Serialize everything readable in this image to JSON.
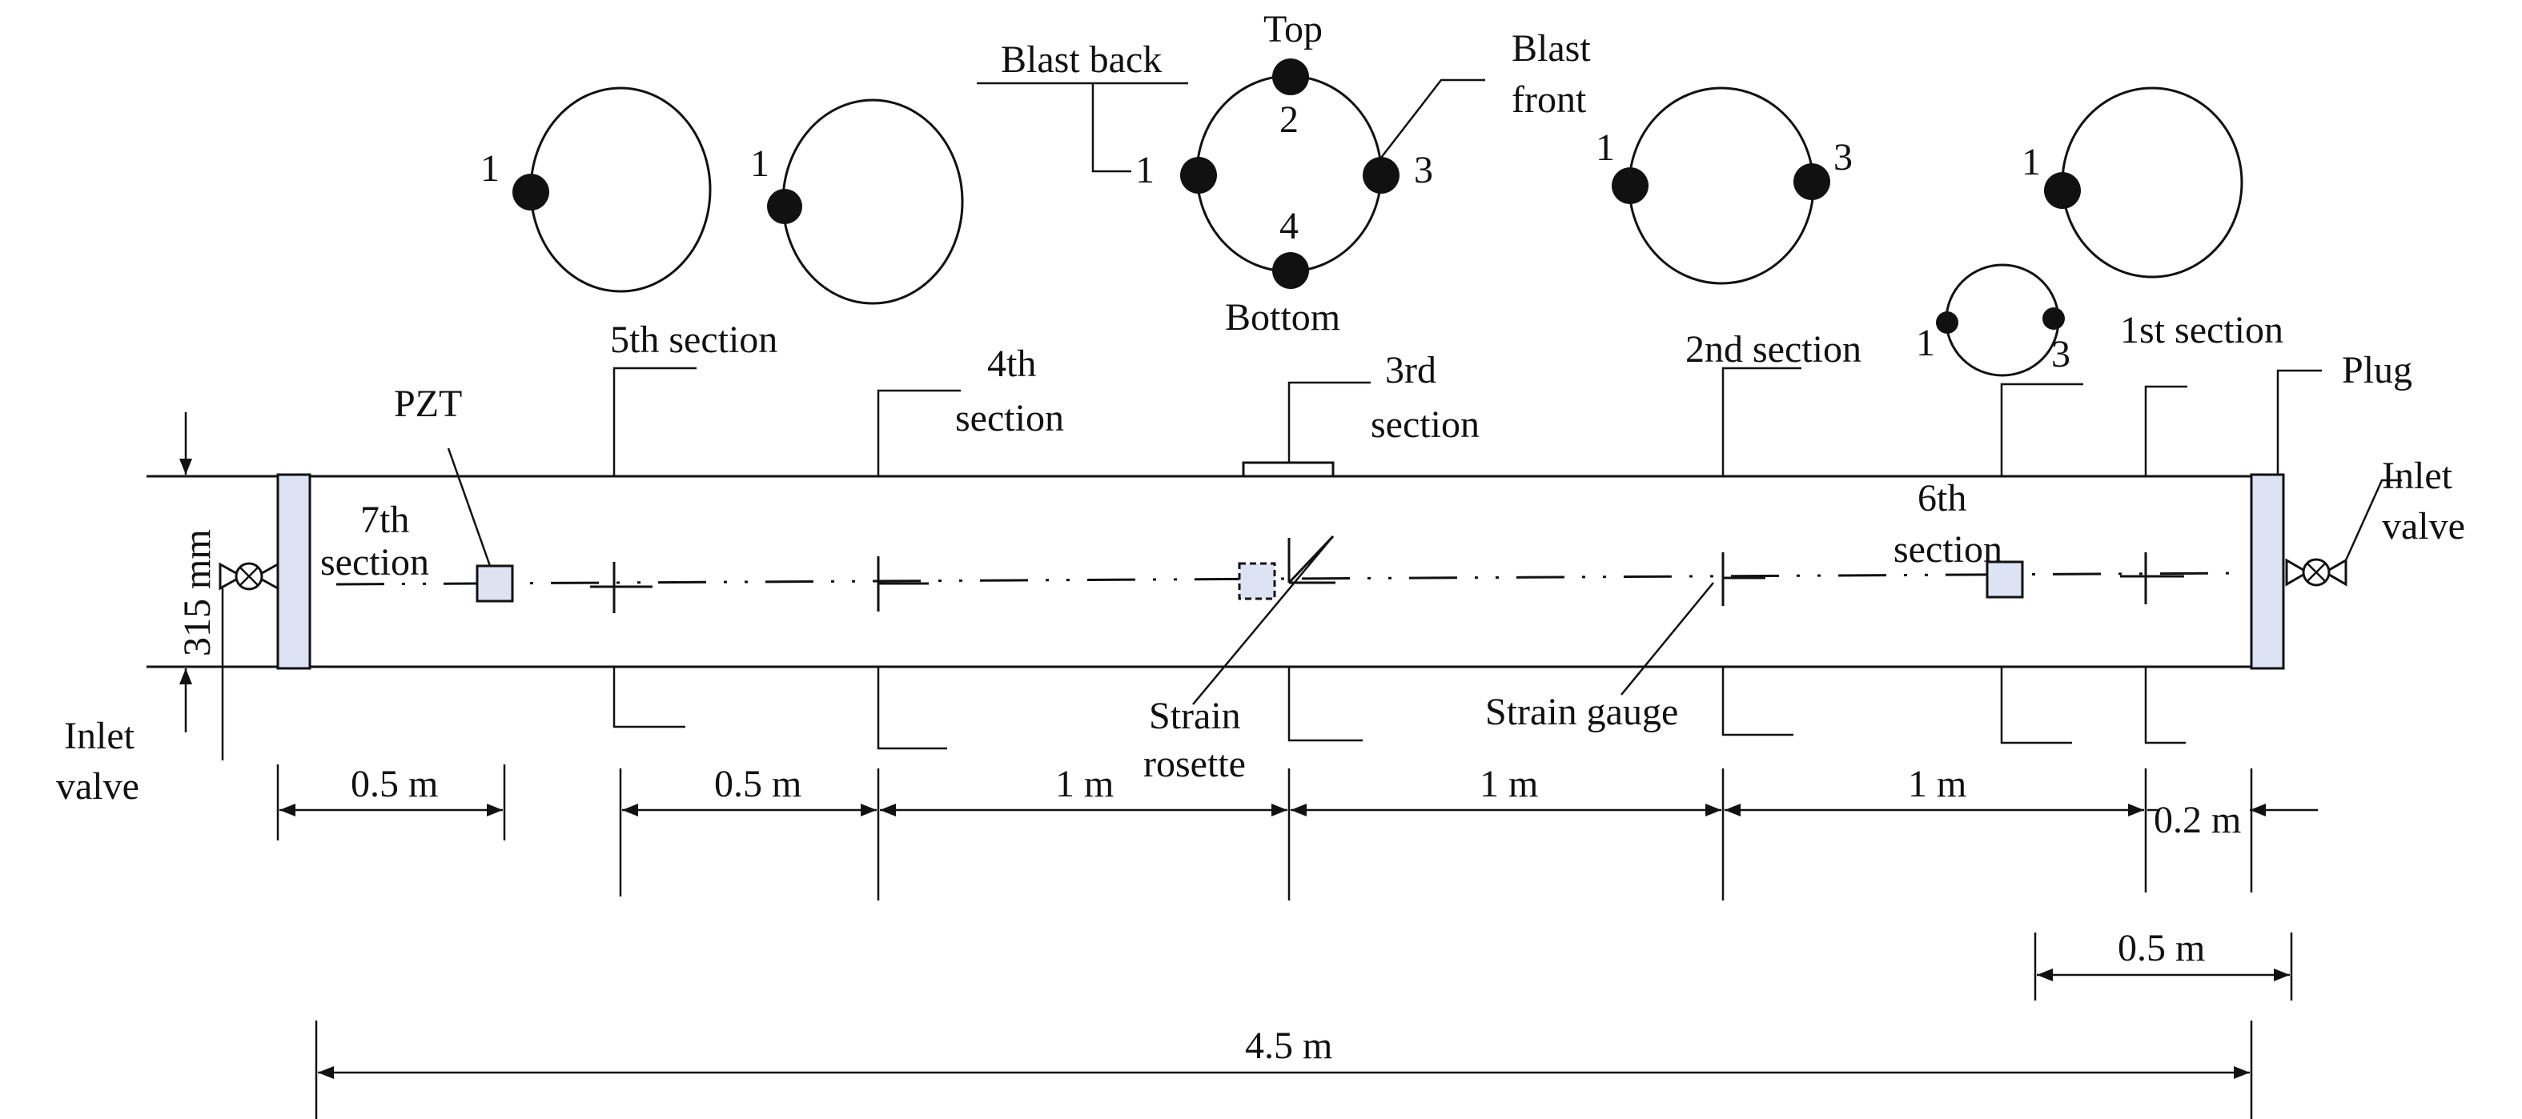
{
  "labels": {
    "blast_back": "Blast back",
    "top": "Top",
    "blast_front_1": "Blast",
    "blast_front_2": "front",
    "bottom": "Bottom",
    "n1": "1",
    "n2": "2",
    "n3": "3",
    "n4": "4",
    "pzt": "PZT",
    "sec5": "5th section",
    "sec4_1": "4th",
    "sec4_2": "section",
    "sec3_1": "3rd",
    "sec3_2": "section",
    "sec2": "2nd section",
    "sec1": "1st section",
    "plug": "Plug",
    "sec7_1": "7th",
    "sec7_2": "section",
    "sec6_1": "6th",
    "sec6_2": "section",
    "inlet_valve_l1": "Inlet",
    "inlet_valve_l2": "valve",
    "inlet_valve_r1": "Inlet",
    "inlet_valve_r2": "valve",
    "diameter": "315 mm",
    "strain_rosette_1": "Strain",
    "strain_rosette_2": "rosette",
    "strain_gauge": "Strain gauge"
  },
  "dimensions": {
    "d1": "0.5 m",
    "d2": "0.5 m",
    "d3": "1 m",
    "d4": "1 m",
    "d5": "1 m",
    "d6": "0.2 m",
    "d7": "0.5 m",
    "total": "4.5 m"
  }
}
